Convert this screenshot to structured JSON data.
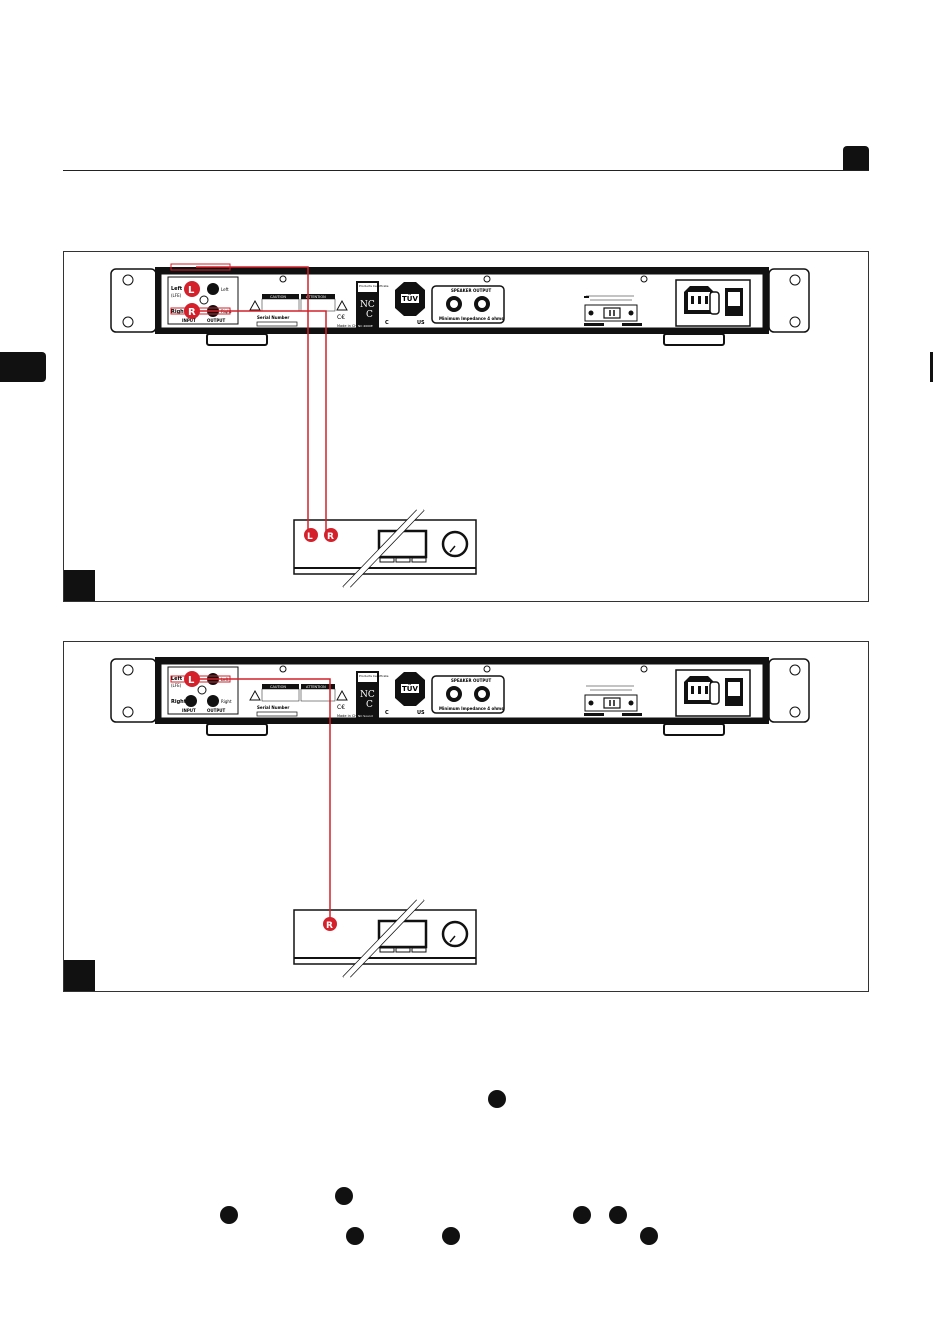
{
  "colors": {
    "accent": "#d4202a",
    "ink": "#111111"
  },
  "figures": [
    {
      "id": "a",
      "rear_panel": {
        "input_left": "Left",
        "input_lfe": "(LFE)",
        "input_right": "Right",
        "output_left": "Left",
        "output_right": "Right",
        "input_label": "INPUT",
        "output_label": "OUTPUT",
        "serial_label": "Serial Number",
        "made_in": "Made in China",
        "ncc_top": "Products Certificate",
        "ncc_bottom": "NC 4000E",
        "caution": "CAUTION",
        "attention": "ATTENTION",
        "tuv_c": "C",
        "tuv_us": "US",
        "tuv_label": "TÜV",
        "speaker_output": "SPEAKER OUTPUT",
        "impedance": "Minimum Impedance 4 ohms"
      },
      "marker_left": "L",
      "marker_right": "R",
      "receiver_marker_left": "L",
      "receiver_marker_right": "R"
    },
    {
      "id": "b",
      "rear_panel": {
        "input_left": "Left",
        "input_lfe": "(LFE)",
        "input_right": "Right",
        "output_left": "Left",
        "output_right": "Right",
        "input_label": "INPUT",
        "output_label": "OUTPUT",
        "serial_label": "Serial Number",
        "made_in": "Made in China",
        "ncc_top": "Products Certificate",
        "ncc_bottom": "NC Sound",
        "caution": "CAUTION",
        "attention": "ATTENTION",
        "tuv_c": "C",
        "tuv_us": "US",
        "tuv_label": "TÜV",
        "speaker_output": "SPEAKER OUTPUT",
        "impedance": "Minimum Impedance 4 ohms"
      },
      "marker_left": "L",
      "receiver_marker_right": "R"
    }
  ]
}
